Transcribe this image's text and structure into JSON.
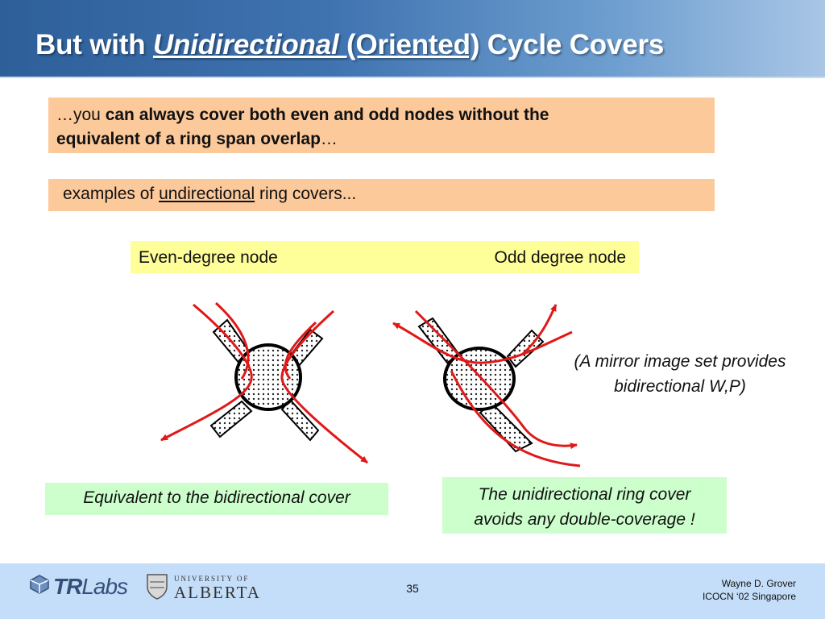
{
  "title": {
    "pre": "But with ",
    "em": "Unidirectional ",
    "paren": "(Oriented)",
    "post": " Cycle Covers"
  },
  "box1": {
    "lead": "…you ",
    "bold1": "can always cover both even and odd nodes without the",
    "bold2": "equivalent of a ring span overlap",
    "trail": "…"
  },
  "box2": {
    "pre": "examples of ",
    "link": "undirectional",
    "post": " ring covers..."
  },
  "labels": {
    "even": "Even-degree node",
    "odd": "Odd degree node"
  },
  "note": {
    "line1": "(A mirror image set provides",
    "line2": "bidirectional W,P)"
  },
  "caption_left": "Equivalent to the bidirectional cover",
  "caption_right": {
    "line1": "The unidirectional ring cover",
    "line2": "avoids any double-coverage !"
  },
  "footer": {
    "logo_tr": "TR",
    "logo_labs": "Labs",
    "univ_small": "UNIVERSITY OF",
    "univ_big": "ALBERTA",
    "page": "35",
    "author": "Wayne D. Grover",
    "event": "ICOCN ‘02 Singapore"
  },
  "colors": {
    "title_gradient": [
      "#2e5f99",
      "#a9c6e6"
    ],
    "peach": "#fcc99b",
    "yellow": "#ffff99",
    "green": "#ccffcc",
    "footer": "#c4ddf8",
    "ring_red": "#e01818"
  },
  "icons": [
    "trlabs-logo-icon",
    "university-crest-icon",
    "arrowhead-icon"
  ]
}
